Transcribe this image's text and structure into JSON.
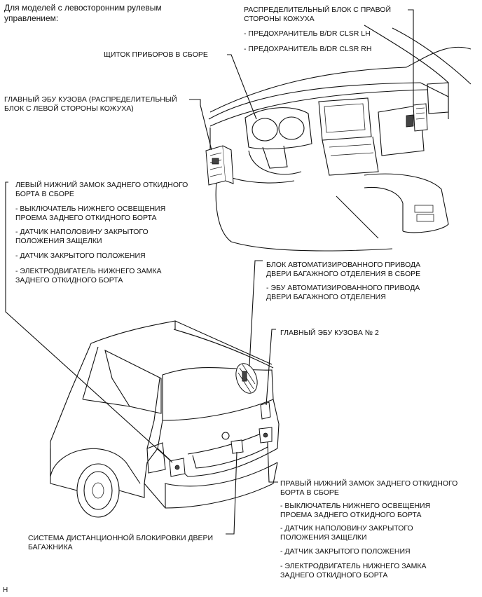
{
  "header": {
    "line1": "Для моделей с левосторонним рулевым",
    "line2": "управлением:"
  },
  "labels": {
    "right_jb": "РАСПРЕДЕЛИТЕЛЬНЫЙ БЛОК С ПРАВОЙ",
    "right_jb_2": "СТОРОНЫ КОЖУХА",
    "fuse_lh": "- ПРЕДОХРАНИТЕЛЬ B/DR CLSR LH",
    "fuse_rh": "- ПРЕДОХРАНИТЕЛЬ B/DR CLSR RH",
    "combination_meter": "ЩИТОК ПРИБОРОВ В СБОРЕ",
    "main_body_ecu_1": "ГЛАВНЫЙ ЭБУ КУЗОВА (РАСПРЕДЕЛИТЕЛЬНЫЙ",
    "main_body_ecu_2": "БЛОК С ЛЕВОЙ СТОРОНЫ КОЖУХА)",
    "lh_lock_1": "ЛЕВЫЙ НИЖНИЙ ЗАМОК ЗАДНЕГО ОТКИДНОГО",
    "lh_lock_2": "БОРТА В СБОРЕ",
    "lh_sw_1": "- ВЫКЛЮЧАТЕЛЬ НИЖНЕГО ОСВЕЩЕНИЯ",
    "lh_sw_2": "ПРОЕМА ЗАДНЕГО ОТКИДНОГО БОРТА",
    "lh_half_1": "- ДАТЧИК НАПОЛОВИНУ ЗАКРЫТОГО",
    "lh_half_2": "ПОЛОЖЕНИЯ ЗАЩЕЛКИ",
    "lh_closed": "- ДАТЧИК ЗАКРЫТОГО ПОЛОЖЕНИЯ",
    "lh_motor_1": "- ЭЛЕКТРОДВИГАТЕЛЬ НИЖНЕГО ЗАМКА",
    "lh_motor_2": "ЗАДНЕГО ОТКИДНОГО БОРТА",
    "power_door_1": "БЛОК АВТОМАТИЗИРОВАННОГО ПРИВОДА",
    "power_door_2": "ДВЕРИ БАГАЖНОГО ОТДЕЛЕНИЯ В СБОРЕ",
    "power_door_ecu_1": "- ЭБУ АВТОМАТИЗИРОВАННОГО ПРИВОДА",
    "power_door_ecu_2": "ДВЕРИ БАГАЖНОГО ОТДЕЛЕНИЯ",
    "main_body_ecu_no2": "ГЛАВНЫЙ ЭБУ КУЗОВА № 2",
    "rh_lock_1": "ПРАВЫЙ НИЖНИЙ ЗАМОК ЗАДНЕГО ОТКИДНОГО",
    "rh_lock_2": "БОРТА В СБОРЕ",
    "rh_sw_1": "- ВЫКЛЮЧАТЕЛЬ НИЖНЕГО ОСВЕЩЕНИЯ",
    "rh_sw_2": "ПРОЕМА ЗАДНЕГО ОТКИДНОГО БОРТА",
    "rh_half_1": "- ДАТЧИК НАПОЛОВИНУ ЗАКРЫТОГО",
    "rh_half_2": "ПОЛОЖЕНИЯ ЗАЩЕЛКИ",
    "rh_closed": "- ДАТЧИК ЗАКРЫТОГО ПОЛОЖЕНИЯ",
    "rh_motor_1": "- ЭЛЕКТРОДВИГАТЕЛЬ НИЖНЕГО ЗАМКА",
    "rh_motor_2": "ЗАДНЕГО ОТКИДНОГО БОРТА",
    "remote_lock_1": "СИСТЕМА ДИСТАНЦИОННОЙ БЛОКИРОВКИ ДВЕРИ",
    "remote_lock_2": "БАГАЖНИКА",
    "footer_code": "H"
  }
}
